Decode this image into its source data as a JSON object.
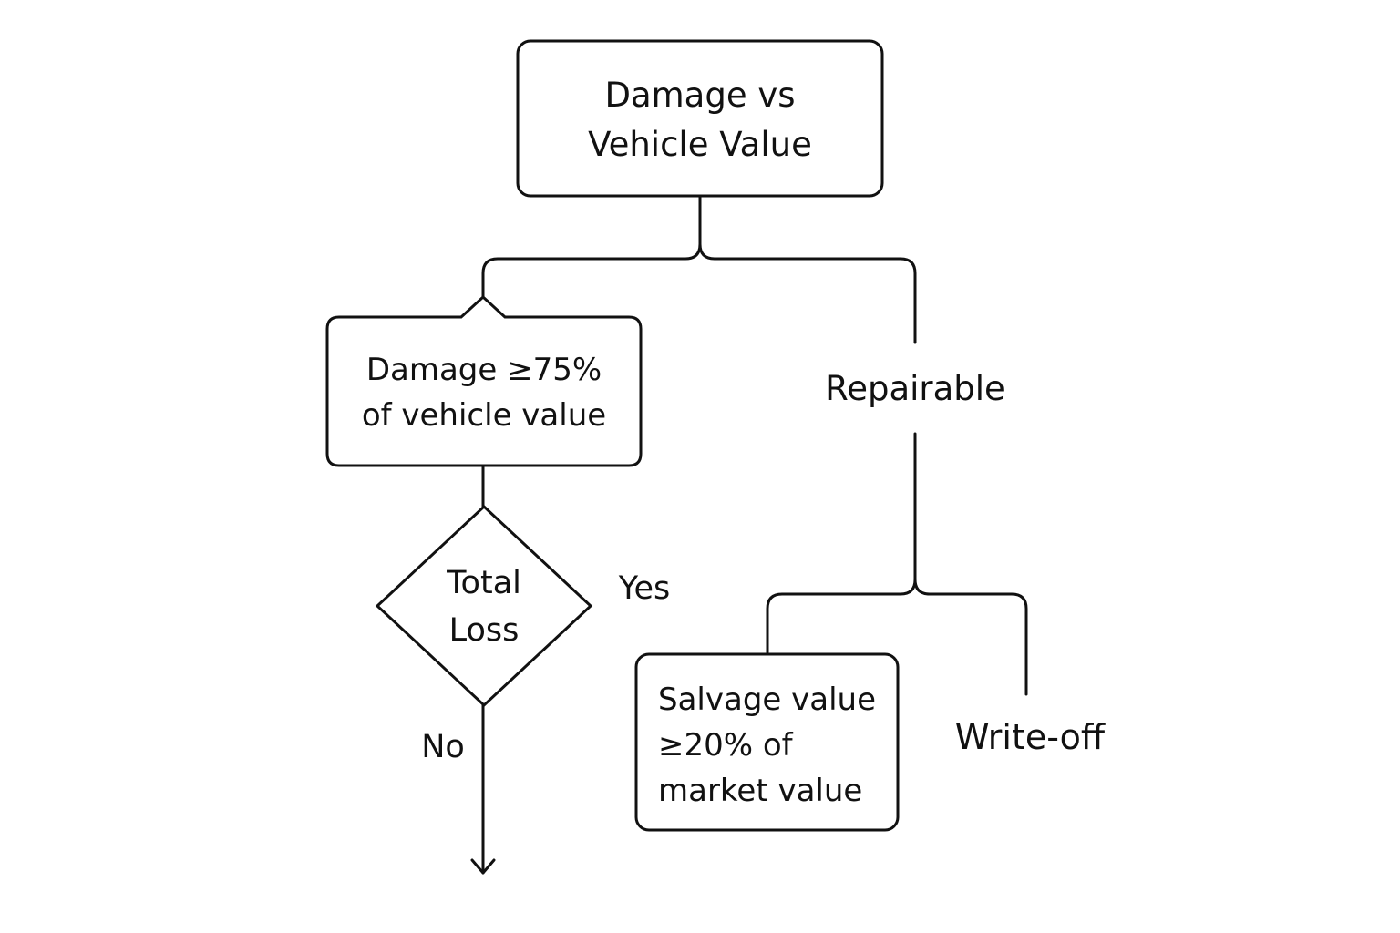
{
  "nodes": {
    "root": {
      "text": "Damage vs\nVehicle Value"
    },
    "damage_threshold": {
      "text": "Damage ≥75%\nof vehicle value"
    },
    "total_loss": {
      "text": "Total\nLoss"
    },
    "repairable": {
      "text": "Repairable"
    },
    "salvage_value": {
      "text": "Salvage value\n ≥20% of\n market value"
    },
    "write_off": {
      "text": "Write-off"
    }
  },
  "edge_labels": {
    "yes": "Yes",
    "no": "No"
  },
  "colors": {
    "stroke": "#111111",
    "background": "#ffffff"
  }
}
